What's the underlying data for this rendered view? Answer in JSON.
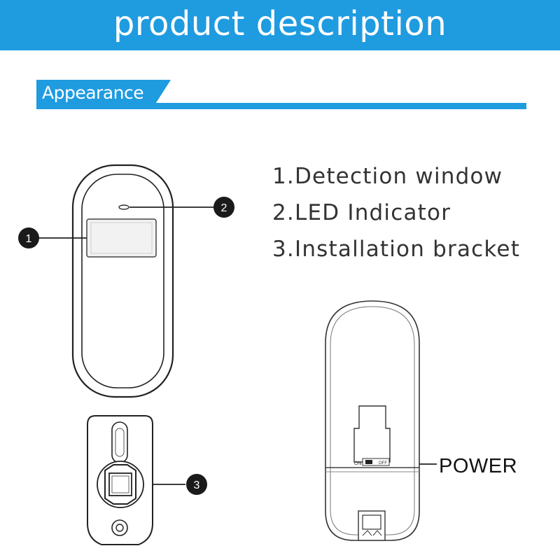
{
  "header": {
    "title": "product description"
  },
  "section": {
    "label": "Appearance"
  },
  "features": [
    "1.Detection window",
    "2.LED Indicator",
    "3.Installation bracket"
  ],
  "callouts": {
    "detection_window": "1",
    "led_indicator": "2",
    "bracket": "3"
  },
  "back_view": {
    "power_label": "POWER",
    "switch_on": "ON",
    "switch_off": "OFF"
  },
  "colors": {
    "brand_blue": "#1f9be0",
    "outline": "#222222",
    "callout_fill": "#1a1a1a"
  }
}
